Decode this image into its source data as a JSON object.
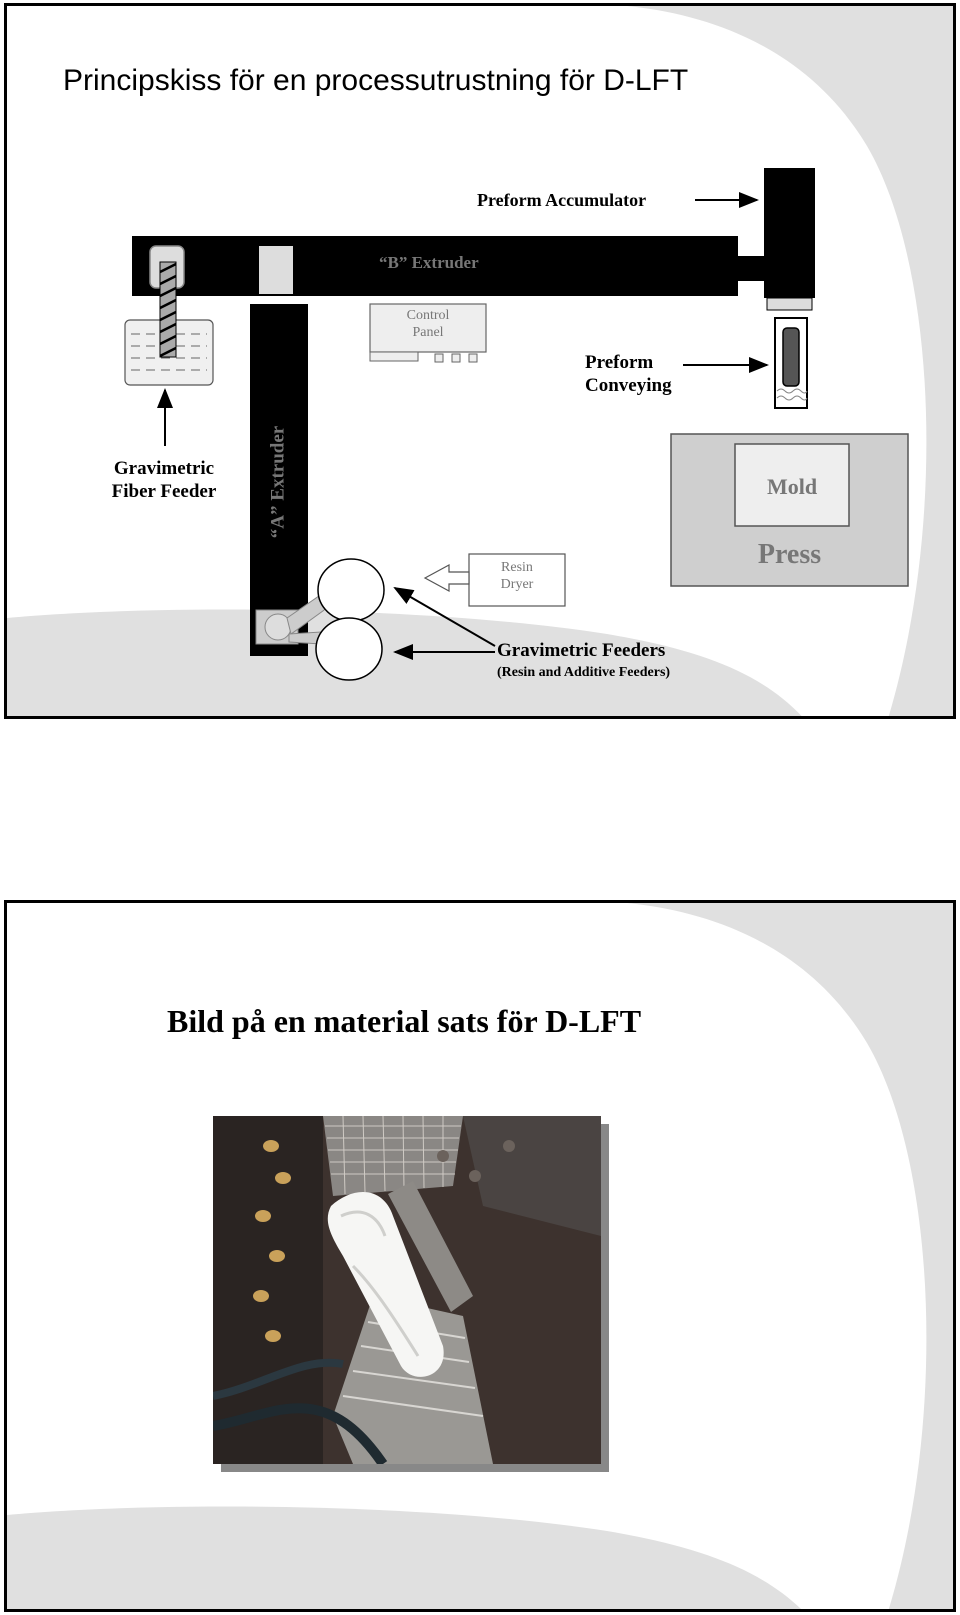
{
  "slide1": {
    "title": "Principskiss för en processutrustning för D-LFT",
    "labels": {
      "preform_accumulator": "Preform Accumulator",
      "b_extruder": "“B” Extruder",
      "control_panel": [
        "Control",
        "Panel"
      ],
      "preform_conveying": [
        "Preform",
        "Conveying"
      ],
      "gravimetric_fiber_feeder": [
        "Gravimetric",
        "Fiber Feeder"
      ],
      "a_extruder": "“A” Extruder",
      "mold": "Mold",
      "press": "Press",
      "resin_dryer": [
        "Resin",
        "Dryer"
      ],
      "gravimetric_feeders": "Gravimetric Feeders",
      "gravimetric_feeders_sub": "(Resin and Additive Feeders)"
    }
  },
  "slide2": {
    "title": "Bild på en material sats för D-LFT",
    "photo_icon": "material-batch-photo"
  },
  "colors": {
    "background_swoosh": "#e0e0e0",
    "extruder": "#000000",
    "press": "#cfcfcf",
    "panel": "#eeeeee"
  }
}
